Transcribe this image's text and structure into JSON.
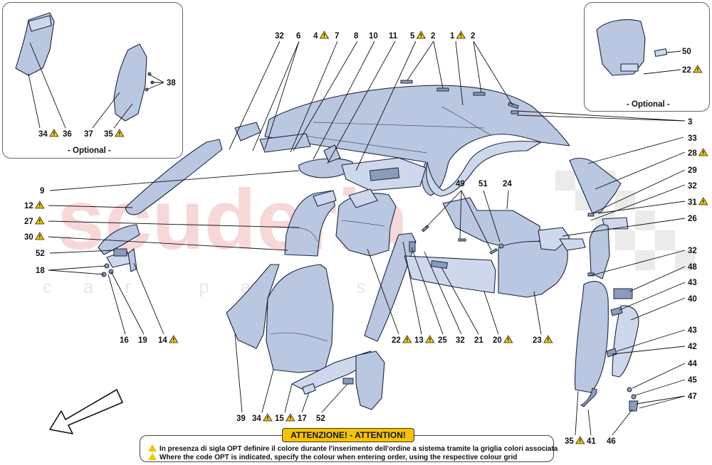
{
  "watermark": {
    "brand": "scuderia",
    "sub": "car parts"
  },
  "optional_label": "- Optional -",
  "notice": {
    "title": "ATTENZIONE! - ATTENTION!",
    "line_it": "In presenza di sigla OPT definire il colore durante l'inserimento dell'ordine a sistema tramite la griglia colori associata",
    "line_en": "Where the code OPT is indicated, specify the colour when entering order, using the respective colour grid"
  },
  "callouts": [
    {
      "id": "c32a",
      "text": "32",
      "warn": false
    },
    {
      "id": "c6",
      "text": "6",
      "warn": false
    },
    {
      "id": "c4",
      "text": "4",
      "warn": true
    },
    {
      "id": "c7",
      "text": "7",
      "warn": false
    },
    {
      "id": "c8",
      "text": "8",
      "warn": false
    },
    {
      "id": "c10",
      "text": "10",
      "warn": false
    },
    {
      "id": "c11",
      "text": "11",
      "warn": false
    },
    {
      "id": "c5",
      "text": "5",
      "warn": true
    },
    {
      "id": "c2a",
      "text": "2",
      "warn": false
    },
    {
      "id": "c1",
      "text": "1",
      "warn": true
    },
    {
      "id": "c2b",
      "text": "2",
      "warn": false
    },
    {
      "id": "c3",
      "text": "3",
      "warn": false
    },
    {
      "id": "c33",
      "text": "33",
      "warn": false
    },
    {
      "id": "c28",
      "text": "28",
      "warn": true
    },
    {
      "id": "c29",
      "text": "29",
      "warn": false
    },
    {
      "id": "c32b",
      "text": "32",
      "warn": false
    },
    {
      "id": "c31",
      "text": "31",
      "warn": true
    },
    {
      "id": "c26",
      "text": "26",
      "warn": false
    },
    {
      "id": "c32c",
      "text": "32",
      "warn": false
    },
    {
      "id": "c48",
      "text": "48",
      "warn": false
    },
    {
      "id": "c43a",
      "text": "43",
      "warn": false
    },
    {
      "id": "c40",
      "text": "40",
      "warn": false
    },
    {
      "id": "c43b",
      "text": "43",
      "warn": false
    },
    {
      "id": "c42",
      "text": "42",
      "warn": false
    },
    {
      "id": "c44",
      "text": "44",
      "warn": false
    },
    {
      "id": "c45",
      "text": "45",
      "warn": false
    },
    {
      "id": "c47",
      "text": "47",
      "warn": false
    },
    {
      "id": "c46",
      "text": "46",
      "warn": false
    },
    {
      "id": "c41",
      "text": "41",
      "warn": false
    },
    {
      "id": "c35b",
      "text": "35",
      "warn": true
    },
    {
      "id": "c9",
      "text": "9",
      "warn": false
    },
    {
      "id": "c12",
      "text": "12",
      "warn": true
    },
    {
      "id": "c27",
      "text": "27",
      "warn": true
    },
    {
      "id": "c30",
      "text": "30",
      "warn": true
    },
    {
      "id": "c52a",
      "text": "52",
      "warn": false
    },
    {
      "id": "c18",
      "text": "18",
      "warn": false
    },
    {
      "id": "c16",
      "text": "16",
      "warn": false
    },
    {
      "id": "c19",
      "text": "19",
      "warn": false
    },
    {
      "id": "c14",
      "text": "14",
      "warn": true
    },
    {
      "id": "c39",
      "text": "39",
      "warn": false
    },
    {
      "id": "c34b",
      "text": "34",
      "warn": true
    },
    {
      "id": "c15",
      "text": "15",
      "warn": true
    },
    {
      "id": "c17",
      "text": "17",
      "warn": false
    },
    {
      "id": "c52b",
      "text": "52",
      "warn": false
    },
    {
      "id": "c22b",
      "text": "22",
      "warn": true
    },
    {
      "id": "c13",
      "text": "13",
      "warn": true
    },
    {
      "id": "c25",
      "text": "25",
      "warn": false
    },
    {
      "id": "c32d",
      "text": "32",
      "warn": false
    },
    {
      "id": "c21",
      "text": "21",
      "warn": false
    },
    {
      "id": "c20",
      "text": "20",
      "warn": true
    },
    {
      "id": "c23",
      "text": "23",
      "warn": true
    },
    {
      "id": "c49",
      "text": "49",
      "warn": false
    },
    {
      "id": "c51",
      "text": "51",
      "warn": false
    },
    {
      "id": "c24",
      "text": "24",
      "warn": false
    },
    {
      "id": "c38",
      "text": "38",
      "warn": false
    },
    {
      "id": "c34a",
      "text": "34",
      "warn": true
    },
    {
      "id": "c36",
      "text": "36",
      "warn": false
    },
    {
      "id": "c37",
      "text": "37",
      "warn": false
    },
    {
      "id": "c35a",
      "text": "35",
      "warn": true
    },
    {
      "id": "c50",
      "text": "50",
      "warn": false
    },
    {
      "id": "c22a",
      "text": "22",
      "warn": true
    }
  ]
}
